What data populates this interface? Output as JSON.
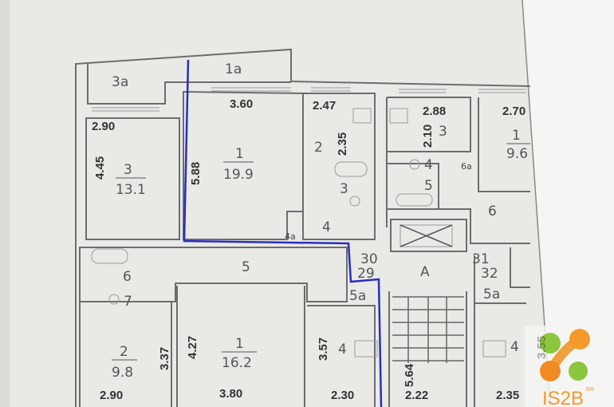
{
  "plan": {
    "rooms": {
      "r3a": "3a",
      "r1a": "1a",
      "r1_top": "1",
      "r1_top_area": "19.9",
      "r3_left": "3",
      "r3_left_area": "13.1",
      "r2_top": "2",
      "r3_mid": "3",
      "r4_mid": "4",
      "r4a": "4a",
      "r3_right": "3",
      "r4_right": "4",
      "r6a": "6a",
      "r5_right": "5",
      "r1_right": "1",
      "r1_right_area": "9.6",
      "r6_right": "6",
      "rA": "A",
      "r30": "30",
      "r29": "29",
      "r31": "31",
      "r32": "32",
      "r5a_left": "5a",
      "r5a_right": "5a",
      "r5_hall": "5",
      "r6_bath": "6",
      "r7_wc": "7",
      "r2_bottom": "2",
      "r2_bottom_area": "9.8",
      "r1_bottom": "1",
      "r1_bottom_area": "16.2",
      "r4_bottom": "4",
      "r4_bottom_right": "4"
    },
    "dimensions": {
      "d360": "3.60",
      "d247": "2.47",
      "d288": "2.88",
      "d270": "2.70",
      "d290_top": "2.90",
      "d445": "4.45",
      "d588": "5.88",
      "d235": "2.35",
      "d210": "2.10",
      "d337": "3.37",
      "d427": "4.27",
      "d357": "3.57",
      "d564": "5.64",
      "d290_bottom": "2.90",
      "d380": "3.80",
      "d230": "2.30",
      "d222": "2.22",
      "d235_bottom": "2.35"
    },
    "boundary_color": "#2a2fbf"
  },
  "logo": {
    "text": "IS2B",
    "suffix": "RR",
    "side": "3.55"
  }
}
